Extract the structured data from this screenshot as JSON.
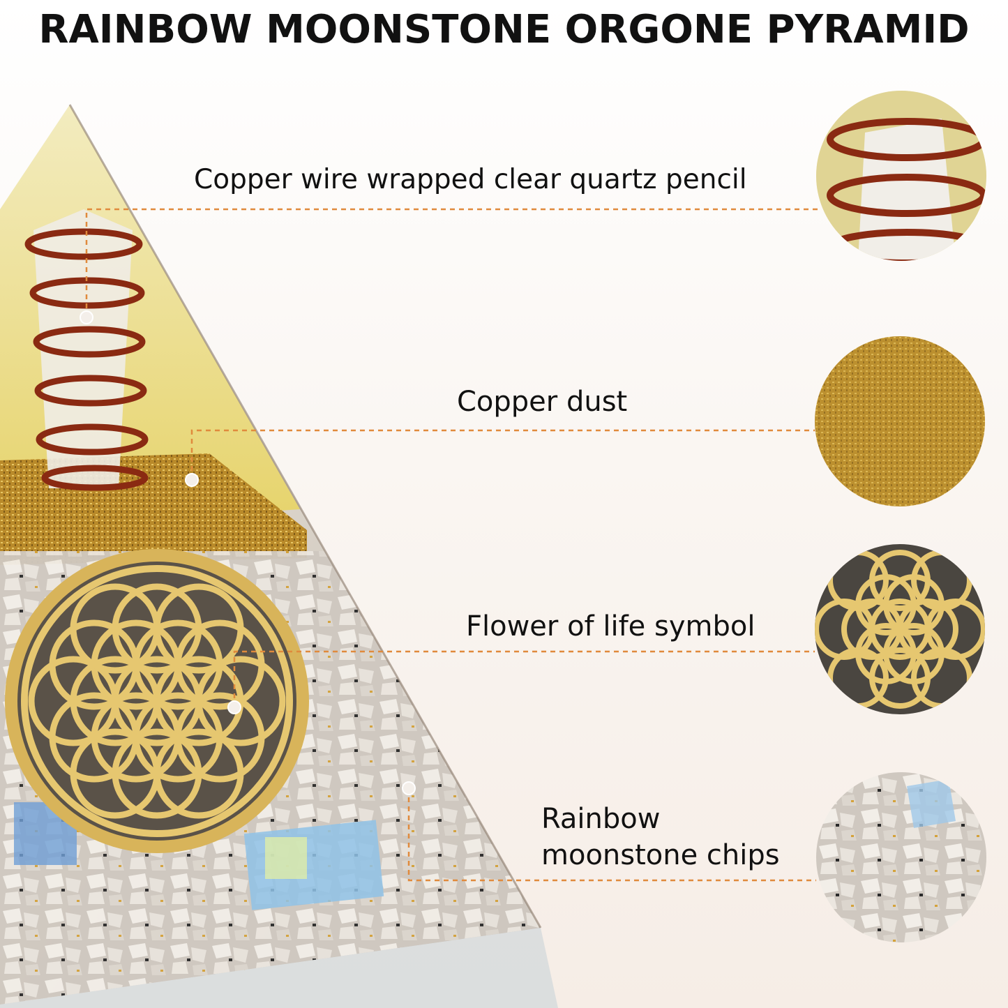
{
  "title": "RAINBOW MOONSTONE ORGONE PYRAMID",
  "callouts": [
    {
      "label": "Copper wire wrapped clear quartz pencil",
      "icon": "copper-coil-closeup"
    },
    {
      "label": "Copper dust",
      "icon": "copper-dust-closeup"
    },
    {
      "label": "Flower of life symbol",
      "icon": "flower-of-life-closeup"
    },
    {
      "label_line1": "Rainbow",
      "label_line2": "moonstone chips",
      "icon": "moonstone-chips-closeup"
    }
  ],
  "colors": {
    "leader_line": "#e08a3c",
    "copper": "#8a2a12",
    "gold": "#d4a23a",
    "moonstone": "#e9e4dc"
  }
}
